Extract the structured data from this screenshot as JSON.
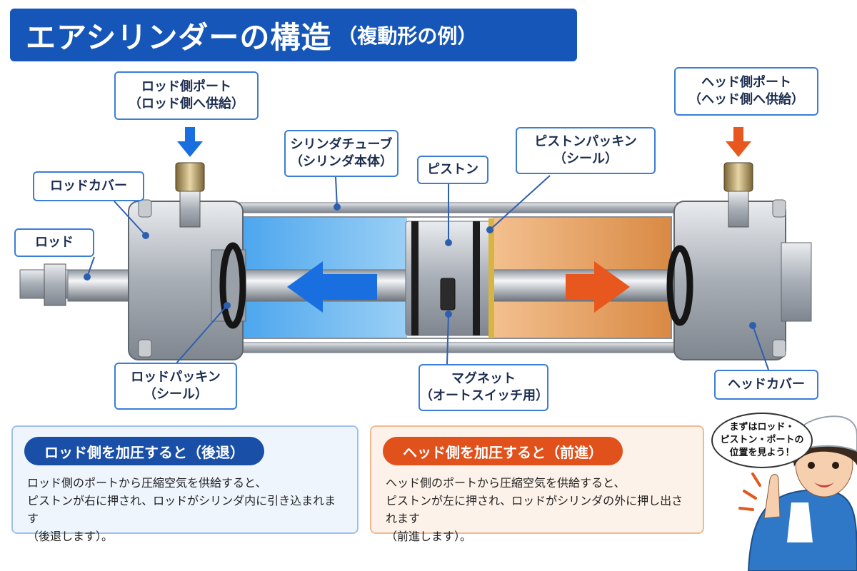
{
  "title": {
    "main": "エアシリンダーの構造",
    "sub": "（複動形の例）"
  },
  "labels": {
    "rod_port": {
      "line1": "ロッド側ポート",
      "line2": "（ロッド側へ供給）"
    },
    "head_port": {
      "line1": "ヘッド側ポート",
      "line2": "（ヘッド側へ供給）"
    },
    "cylinder_tube": {
      "line1": "シリンダチューブ",
      "line2": "（シリンダ本体）"
    },
    "piston": {
      "line1": "ピストン"
    },
    "piston_packing": {
      "line1": "ピストンパッキン",
      "line2": "（シール）"
    },
    "rod_cover": {
      "line1": "ロッドカバー"
    },
    "rod": {
      "line1": "ロッド"
    },
    "rod_packing": {
      "line1": "ロッドパッキン",
      "line2": "（シール）"
    },
    "magnet": {
      "line1": "マグネット",
      "line2": "（オートスイッチ用）"
    },
    "head_cover": {
      "line1": "ヘッドカバー"
    }
  },
  "panels": {
    "rod_side": {
      "heading": "ロッド側を加圧すると（後退）",
      "body": "ロッド側のポートから圧縮空気を供給すると、\nピストンが右に押され、ロッドがシリンダ内に引き込まれます\n（後退します）。"
    },
    "head_side": {
      "heading": "ヘッド側を加圧すると（前進）",
      "body": "ヘッド側のポートから圧縮空気を供給すると、\nピストンが左に押され、ロッドがシリンダの外に押し出されます\n（前進します）。"
    }
  },
  "speech_bubble": "まずはロッド・\nピストン・ポートの\n位置を見よう！",
  "colors": {
    "title_bg": "#1556b8",
    "label_border": "#3b7ed6",
    "rod_side_blue": "#1a6fe0",
    "head_side_orange": "#e8571d",
    "metal": "#b9bec5"
  },
  "icons": {
    "rod_arrow": "arrow-left-icon",
    "head_arrow": "arrow-right-icon",
    "port_arrow": "arrow-down-icon"
  }
}
